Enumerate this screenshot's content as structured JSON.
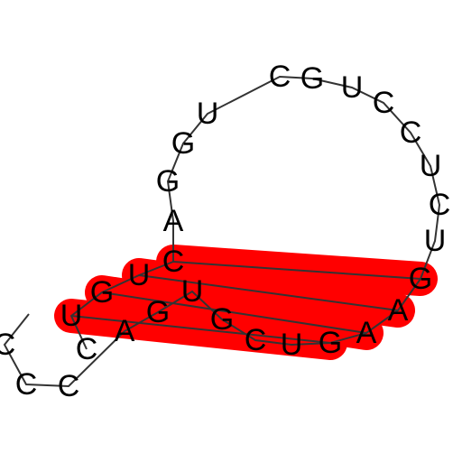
{
  "colors": {
    "pair_highlight": "#ff0000",
    "backbone": "#333333",
    "text": "#000000",
    "background": "#ffffff"
  },
  "sequence": [
    "C",
    "U",
    "G",
    "U",
    "C",
    "A",
    "G",
    "G",
    "U",
    "C",
    "G",
    "U",
    "C",
    "C",
    "U",
    "C",
    "U",
    "G",
    "A",
    "A",
    "G",
    "U",
    "C",
    "G",
    "U",
    "G",
    "A",
    "C",
    "C",
    "C"
  ],
  "base_pairs": [
    [
      1,
      20
    ],
    [
      2,
      19
    ],
    [
      3,
      18
    ],
    [
      4,
      17
    ]
  ]
}
